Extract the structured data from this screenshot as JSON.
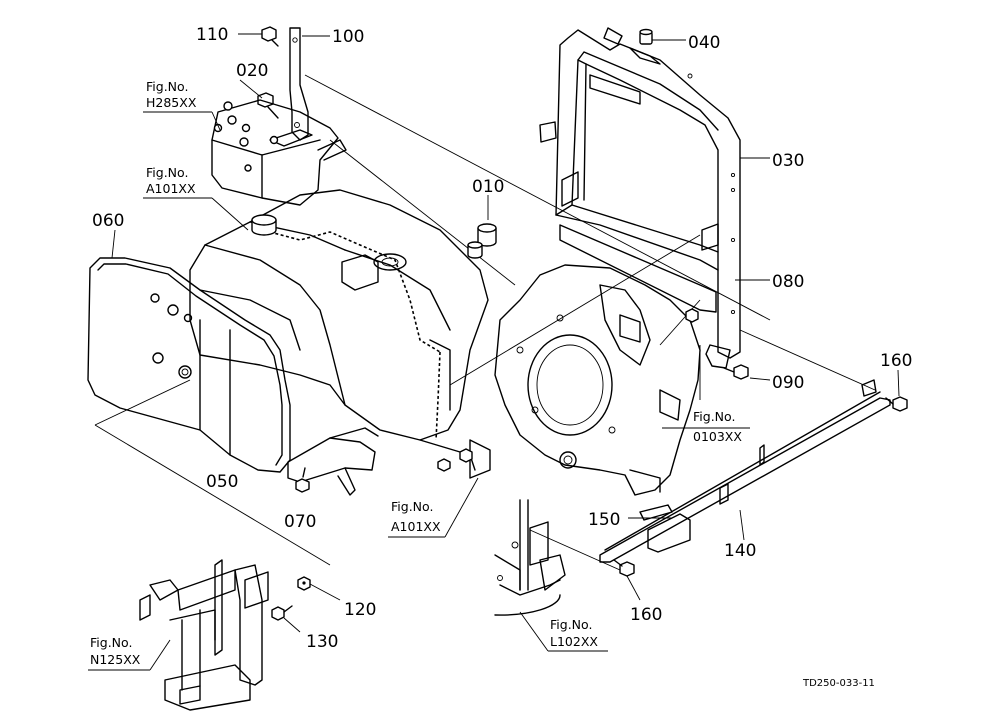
{
  "diagram": {
    "drawing_code": "TD250-033-11",
    "part_labels": [
      {
        "id": "p110",
        "text": "110"
      },
      {
        "id": "p100",
        "text": "100"
      },
      {
        "id": "p020",
        "text": "020"
      },
      {
        "id": "p040",
        "text": "040"
      },
      {
        "id": "p030",
        "text": "030"
      },
      {
        "id": "p010",
        "text": "010"
      },
      {
        "id": "p060",
        "text": "060"
      },
      {
        "id": "p080",
        "text": "080"
      },
      {
        "id": "p160a",
        "text": "160"
      },
      {
        "id": "p090",
        "text": "090"
      },
      {
        "id": "p050",
        "text": "050"
      },
      {
        "id": "p070",
        "text": "070"
      },
      {
        "id": "p150",
        "text": "150"
      },
      {
        "id": "p140",
        "text": "140"
      },
      {
        "id": "p120",
        "text": "120"
      },
      {
        "id": "p130",
        "text": "130"
      },
      {
        "id": "p160b",
        "text": "160"
      }
    ],
    "figure_refs": [
      {
        "id": "ref_h285",
        "prefix": "Fig.No.",
        "code": "H285XX"
      },
      {
        "id": "ref_a101_top",
        "prefix": "Fig.No.",
        "code": "A101XX"
      },
      {
        "id": "ref_0103",
        "prefix": "Fig.No.",
        "code": "0103XX"
      },
      {
        "id": "ref_a101_bottom",
        "prefix": "Fig.No.",
        "code": "A101XX"
      },
      {
        "id": "ref_n125",
        "prefix": "Fig.No.",
        "code": "N125XX"
      },
      {
        "id": "ref_l102",
        "prefix": "Fig.No.",
        "code": "L102XX"
      }
    ]
  }
}
